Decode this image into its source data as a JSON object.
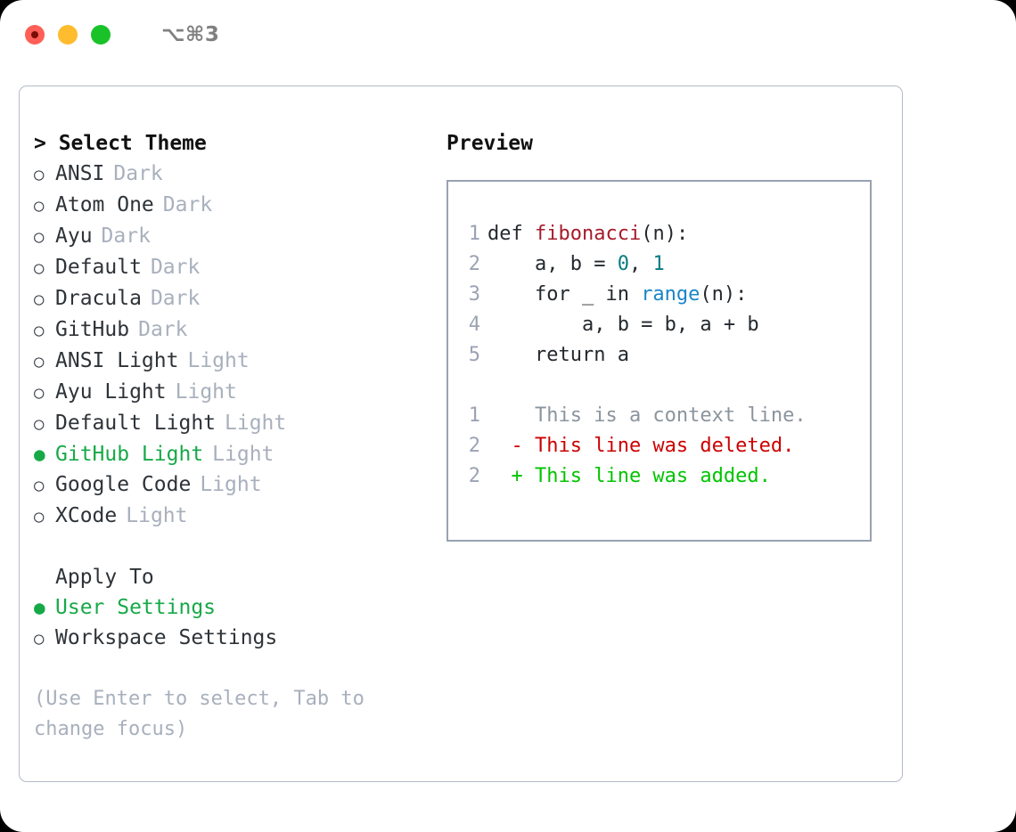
{
  "titlebar": {
    "shortcut": "⌥⌘3",
    "buttons": [
      "close",
      "minimize",
      "zoom"
    ]
  },
  "theme_list": {
    "header": "> Select Theme",
    "items": [
      {
        "marker": "○",
        "name": "ANSI",
        "variant": "Dark",
        "selected": false
      },
      {
        "marker": "○",
        "name": "Atom One",
        "variant": "Dark",
        "selected": false
      },
      {
        "marker": "○",
        "name": "Ayu",
        "variant": "Dark",
        "selected": false
      },
      {
        "marker": "○",
        "name": "Default",
        "variant": "Dark",
        "selected": false
      },
      {
        "marker": "○",
        "name": "Dracula",
        "variant": "Dark",
        "selected": false
      },
      {
        "marker": "○",
        "name": "GitHub",
        "variant": "Dark",
        "selected": false
      },
      {
        "marker": "○",
        "name": "ANSI Light",
        "variant": "Light",
        "selected": false
      },
      {
        "marker": "○",
        "name": "Ayu Light",
        "variant": "Light",
        "selected": false
      },
      {
        "marker": "○",
        "name": "Default Light",
        "variant": "Light",
        "selected": false
      },
      {
        "marker": "●",
        "name": "GitHub Light",
        "variant": "Light",
        "selected": true
      },
      {
        "marker": "○",
        "name": "Google Code",
        "variant": "Light",
        "selected": false
      },
      {
        "marker": "○",
        "name": "XCode",
        "variant": "Light",
        "selected": false
      }
    ]
  },
  "apply_to": {
    "header": "Apply To",
    "items": [
      {
        "marker": "●",
        "name": "User Settings",
        "selected": true
      },
      {
        "marker": "○",
        "name": "Workspace Settings",
        "selected": false
      }
    ]
  },
  "hint": "(Use Enter to select, Tab to change focus)",
  "preview": {
    "header": "Preview",
    "code_lines": [
      {
        "no": "1",
        "tokens": [
          {
            "t": "def ",
            "k": "plain"
          },
          {
            "t": "fibonacci",
            "k": "fn"
          },
          {
            "t": "(n):",
            "k": "plain"
          }
        ]
      },
      {
        "no": "2",
        "tokens": [
          {
            "t": "    a, b = ",
            "k": "plain"
          },
          {
            "t": "0",
            "k": "num"
          },
          {
            "t": ", ",
            "k": "plain"
          },
          {
            "t": "1",
            "k": "num"
          }
        ]
      },
      {
        "no": "3",
        "tokens": [
          {
            "t": "    for _ in ",
            "k": "plain"
          },
          {
            "t": "range",
            "k": "builtin"
          },
          {
            "t": "(n):",
            "k": "plain"
          }
        ]
      },
      {
        "no": "4",
        "tokens": [
          {
            "t": "        a, b = b, a + b",
            "k": "plain"
          }
        ]
      },
      {
        "no": "5",
        "tokens": [
          {
            "t": "    return a",
            "k": "plain"
          }
        ]
      }
    ],
    "diff_lines": [
      {
        "no": "1",
        "sign": " ",
        "text": " This is a context line.",
        "kind": "context"
      },
      {
        "no": "2",
        "sign": "-",
        "text": " This line was deleted.",
        "kind": "deleted"
      },
      {
        "no": "2",
        "sign": "+",
        "text": " This line was added.",
        "kind": "added"
      }
    ]
  },
  "colors": {
    "selected_green": "#17a948",
    "diff_add": "#00c400",
    "diff_del": "#cc0000",
    "token_fn": "#a61b29",
    "token_num": "#0a7b83",
    "token_builtin": "#1a85c8",
    "muted": "#a8b0bd",
    "border": "#b3bac7"
  }
}
